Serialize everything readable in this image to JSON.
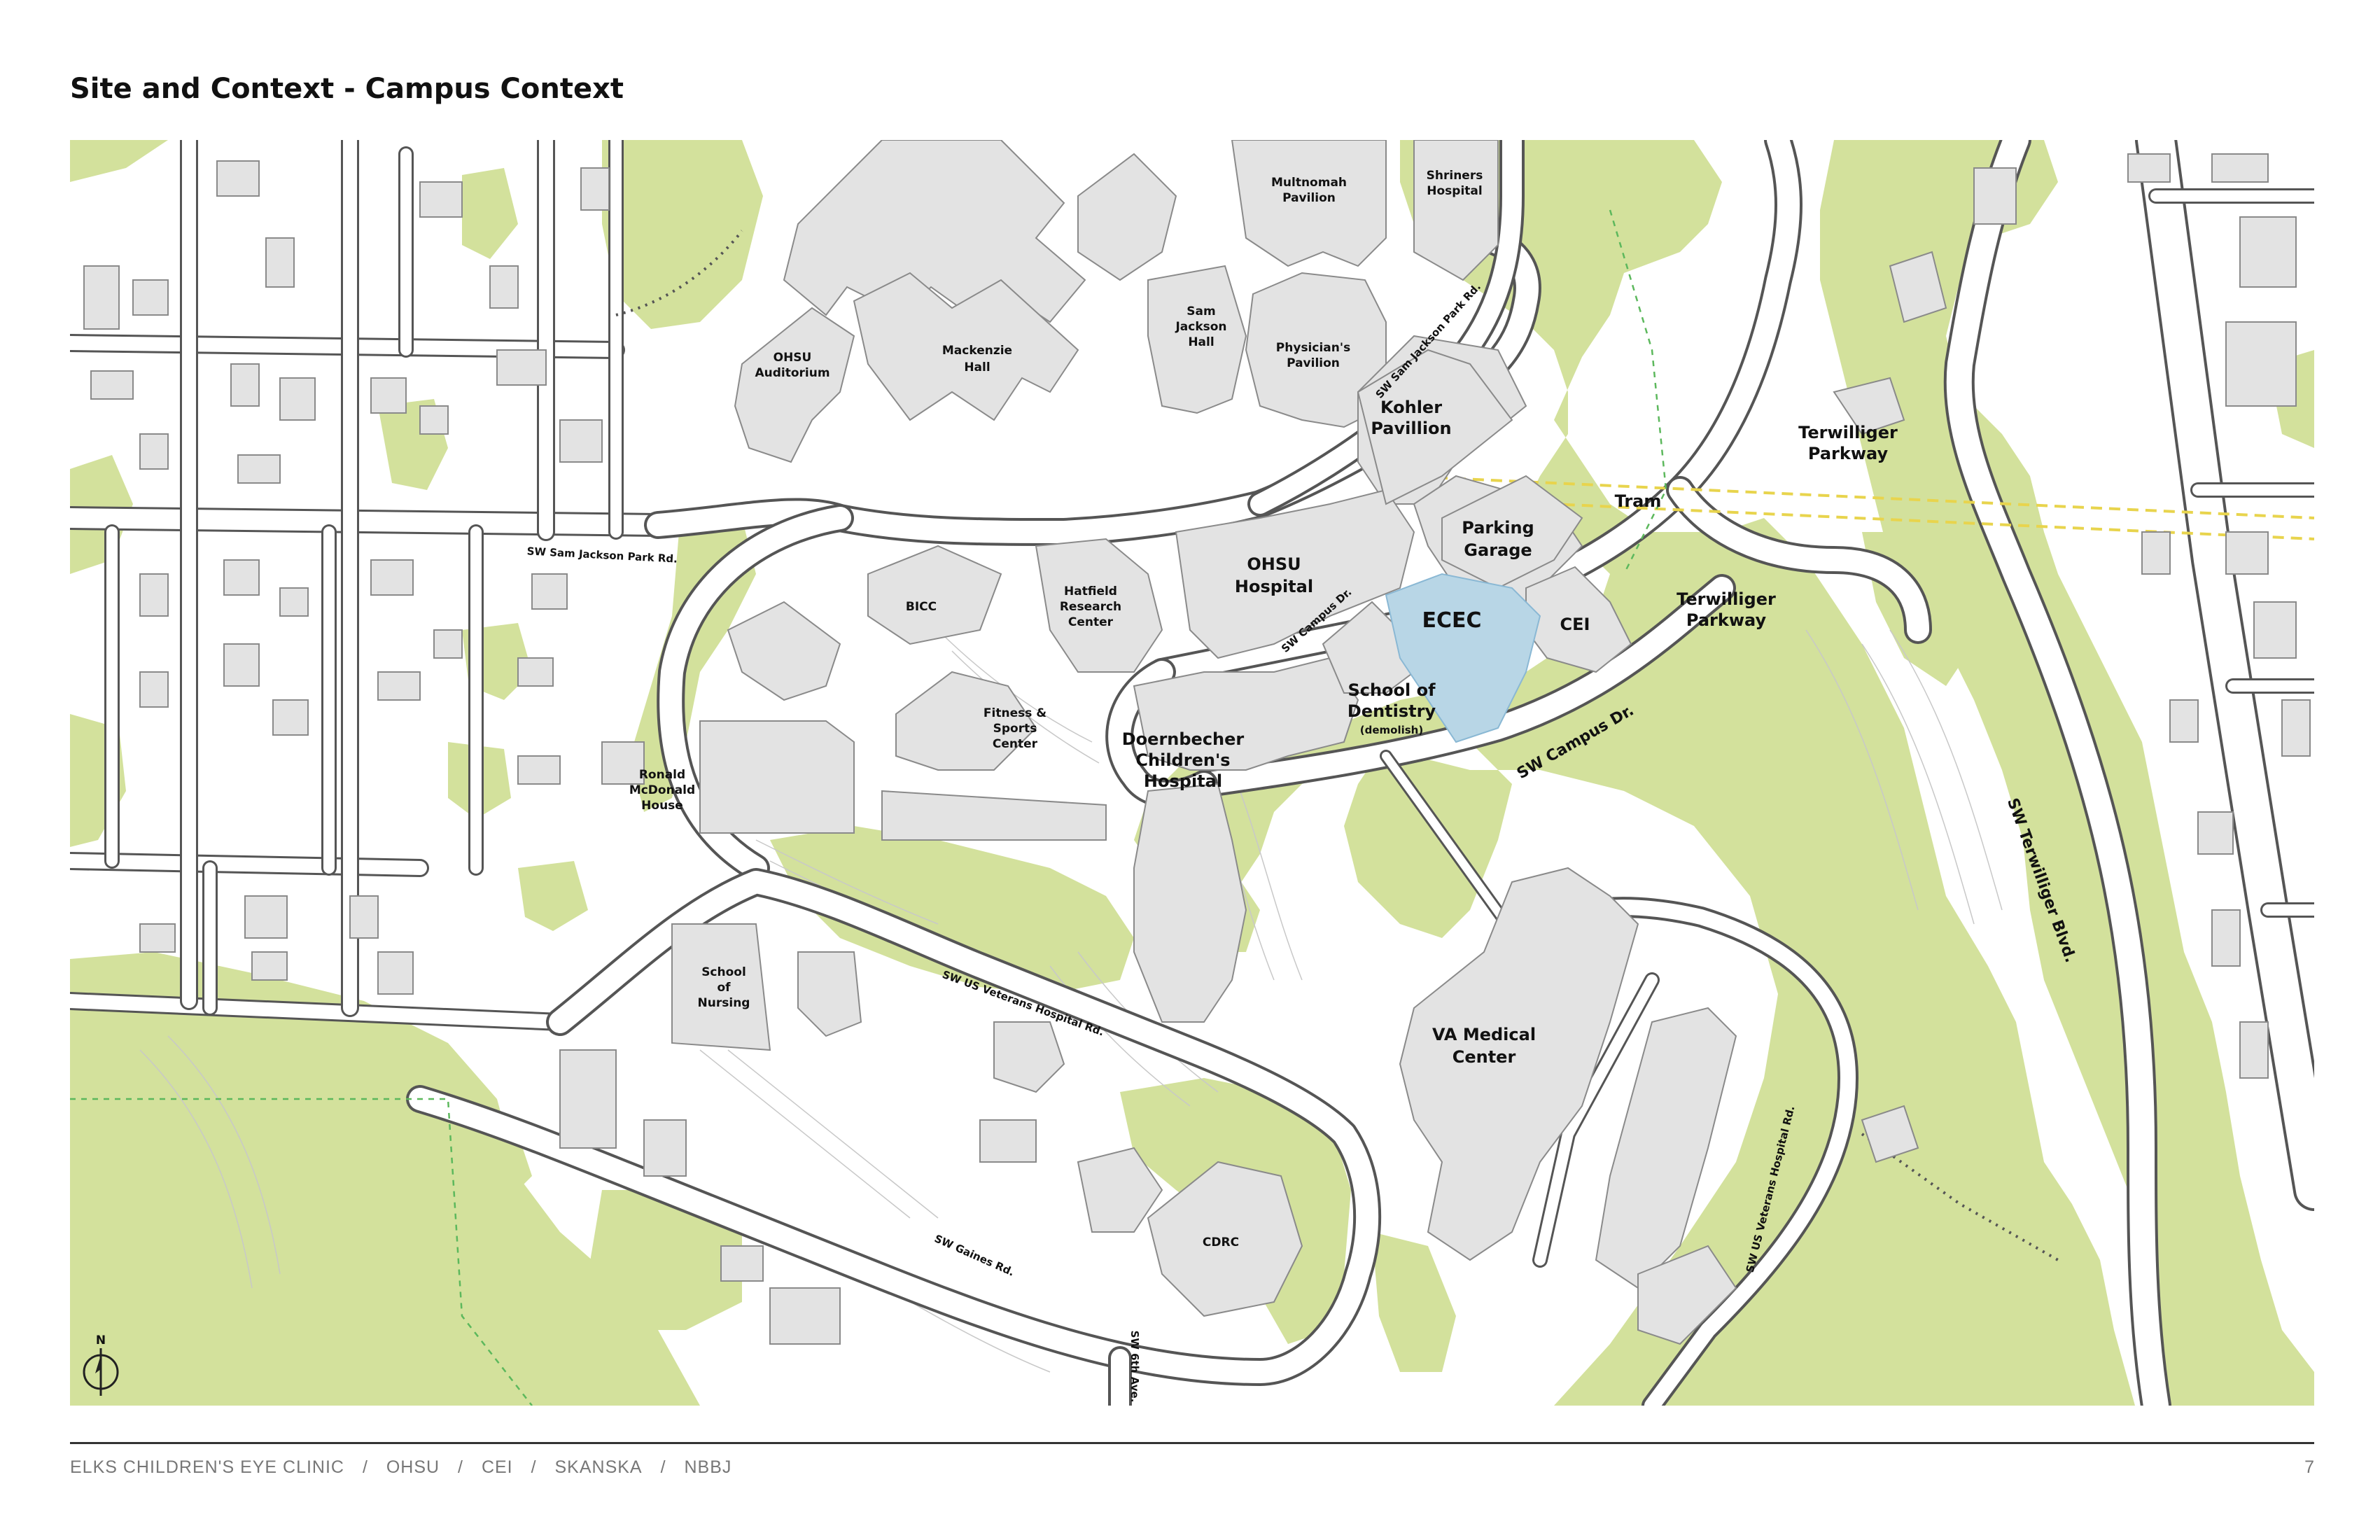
{
  "title": "Site and Context - Campus Context",
  "map": {
    "colors": {
      "green": "#d3e19c",
      "building": "#e3e3e3",
      "building_outline": "#8a8a8a",
      "highlight": "#b8d6e6",
      "tram": "#e8d44d",
      "road_edge": "#555555"
    },
    "labels": {
      "multnomah_pavilion": [
        "Multnomah",
        "Pavilion"
      ],
      "shriners_hospital": [
        "Shriners",
        "Hospital"
      ],
      "sam_jackson_hall": [
        "Sam",
        "Jackson",
        "Hall"
      ],
      "mackenzie_hall": [
        "Mackenzie",
        "Hall"
      ],
      "physicians_pavilion": [
        "Physician's",
        "Pavilion"
      ],
      "ohsu_auditorium": [
        "OHSU",
        "Auditorium"
      ],
      "kohler_pavillion": [
        "Kohler",
        "Pavillion"
      ],
      "parking_garage": [
        "Parking",
        "Garage"
      ],
      "tram": "Tram",
      "terwilliger_parkway_top": [
        "Terwilliger",
        "Parkway"
      ],
      "terwilliger_parkway_mid": [
        "Terwilliger",
        "Parkway"
      ],
      "ohsu_hospital": [
        "OHSU",
        "Hospital"
      ],
      "bicc": "BICC",
      "hatfield_research_center": [
        "Hatfield",
        "Research",
        "Center"
      ],
      "ecec": "ECEC",
      "cei": "CEI",
      "school_of_dentistry": [
        "School of",
        "Dentistry"
      ],
      "demolish": "(demolish)",
      "fitness_sports_center": [
        "Fitness &",
        "Sports",
        "Center"
      ],
      "doernbecher": [
        "Doernbecher",
        "Children's",
        "Hospital"
      ],
      "ronald_mcdonald_house": [
        "Ronald",
        "McDonald",
        "House"
      ],
      "school_of_nursing": [
        "School",
        "of",
        "Nursing"
      ],
      "va_medical_center": [
        "VA Medical",
        "Center"
      ],
      "cdrc": "CDRC"
    },
    "streets": {
      "sam_jackson_park_rd_west": "SW Sam Jackson Park Rd.",
      "sam_jackson_park_rd_north": "SW Sam Jackson Park Rd.",
      "campus_dr_north": "SW Campus Dr.",
      "campus_dr_south": "SW Campus Dr.",
      "us_veterans_hospital_rd": "SW US Veterans Hospital Rd.",
      "us_veterans_hospital_rd_east": "SW US Veterans Hospital Rd.",
      "gaines_rd": "SW Gaines Rd.",
      "sixth_ave": "SW 6th Ave.",
      "terwilliger_blvd": "SW Terwilliger Blvd."
    },
    "north_arrow": "N"
  },
  "footer": {
    "items": [
      "ELKS CHILDREN'S EYE CLINIC",
      "/",
      "OHSU",
      "/",
      "CEI",
      "/",
      "SKANSKA",
      "/",
      "NBBJ"
    ],
    "page_number": "7"
  }
}
